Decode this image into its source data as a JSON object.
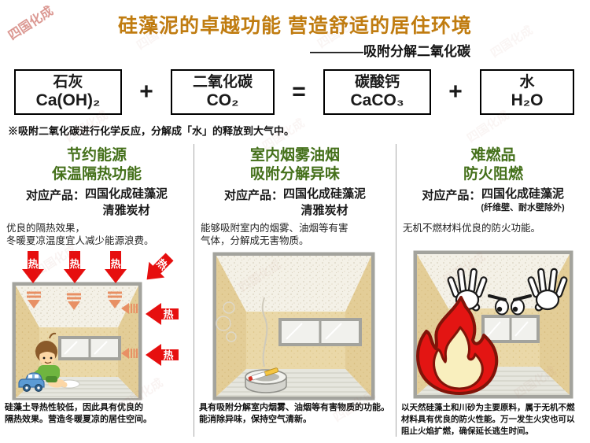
{
  "watermark": {
    "text": "四国化成"
  },
  "header": {
    "title": "硅藻泥的卓越功能 营造舒适的居住环境",
    "subtitle": "————吸附分解二氧化碳"
  },
  "equation": {
    "plus": "+",
    "equals": "=",
    "terms": [
      {
        "name": "石灰",
        "formula": "Ca(OH)₂"
      },
      {
        "name": "二氧化碳",
        "formula": "CO₂"
      },
      {
        "name": "碳酸钙",
        "formula": "CaCO₃"
      },
      {
        "name": "水",
        "formula": "H₂O"
      }
    ],
    "note": "※吸附二氧化碳进行化学反应，分解成「水」的释放到大气中。"
  },
  "columns": [
    {
      "heading": "节约能源\n保温隔热功能",
      "product_label": "对应产品：",
      "product_line1": "四国化成硅藻泥",
      "product_line2": "清雅炭材",
      "body": "优良的隔热效果，\n冬暖夏凉温度宜人减少能源浪费。",
      "caption": "硅藻土导热性较低，因此具有优良的\n隔热效果。营造冬暖夏凉的居住空间。",
      "arrow_label": "热"
    },
    {
      "heading": "室内烟雾油烟\n吸附分解异味",
      "product_label": "对应产品：",
      "product_line1": "四国化成硅藻泥",
      "product_line2": "清雅炭材",
      "body": "能够吸附室内的烟雾、油烟等有害\n气体，分解成无害物质。",
      "caption": "具有吸附分解室内烟雾、油烟等有害物质的功能。\n能消除异味，保持空气清新。"
    },
    {
      "heading": "难燃品\n防火阻燃",
      "product_label": "对应产品：",
      "product_line1": "四国化成硅藻泥",
      "product_line2": "(纤维壁、耐水壁除外)",
      "body": "无机不燃材料优良的防火功能。",
      "caption": "以天然硅藻土和川砂为主要原料，属于无机不燃\n材料具有优良的防火性能。万一发生火灾也可以\n阻止火焰扩燃，确保延长逃生时间。"
    }
  ],
  "colors": {
    "title_orange": "#c07c10",
    "heading_green": "#44701a",
    "arrow_red": "#e60f0f",
    "flame_red": "#e31513",
    "flame_inner": "#f9efbe",
    "wall_beige": "#ead8a8"
  }
}
